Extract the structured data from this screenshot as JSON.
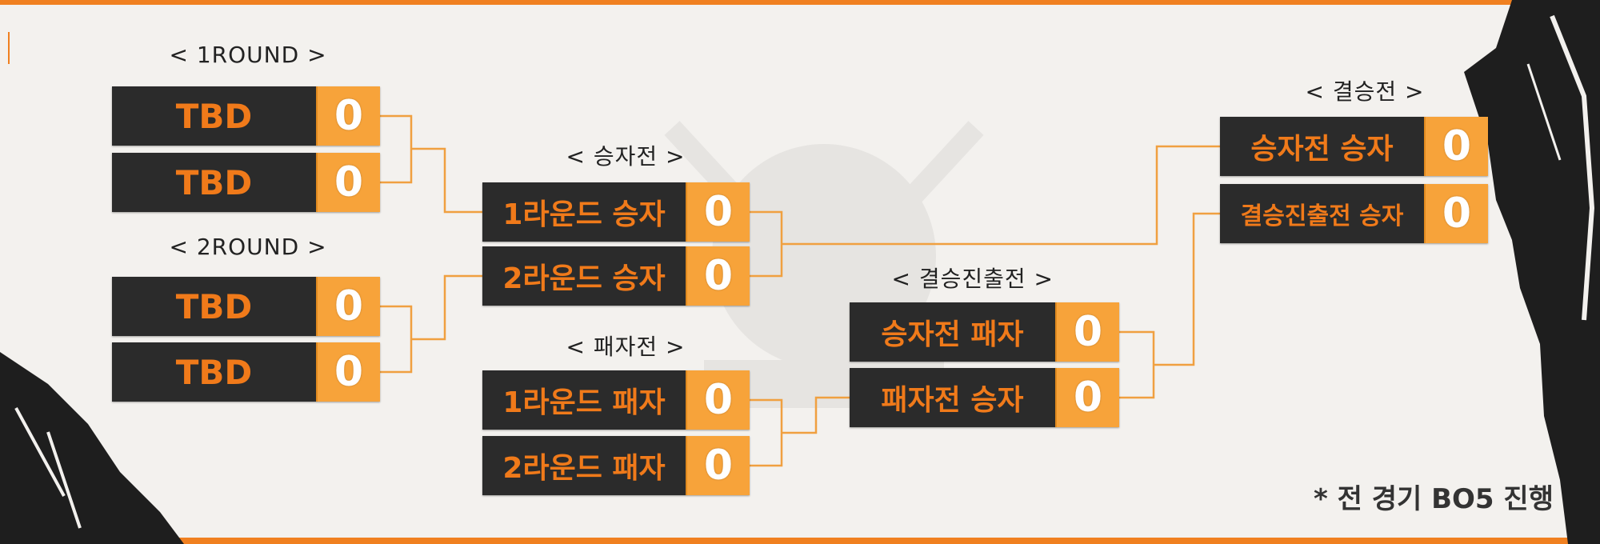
{
  "labels": {
    "round1": "< 1ROUND >",
    "round2": "< 2ROUND >",
    "winners": "< 승자전 >",
    "losers": "< 패자전 >",
    "finals_qualifier": "< 결승진출전 >",
    "finals": "< 결승전 >"
  },
  "round1": [
    {
      "name": "TBD",
      "score": "0"
    },
    {
      "name": "TBD",
      "score": "0"
    }
  ],
  "round2": [
    {
      "name": "TBD",
      "score": "0"
    },
    {
      "name": "TBD",
      "score": "0"
    }
  ],
  "winners_match": [
    {
      "name": "1라운드 승자",
      "score": "0"
    },
    {
      "name": "2라운드 승자",
      "score": "0"
    }
  ],
  "losers_match": [
    {
      "name": "1라운드 패자",
      "score": "0"
    },
    {
      "name": "2라운드 패자",
      "score": "0"
    }
  ],
  "finals_qualifier_match": [
    {
      "name": "승자전 패자",
      "score": "0"
    },
    {
      "name": "패자전 승자",
      "score": "0"
    }
  ],
  "finals_match": [
    {
      "name": "승자전 승자",
      "score": "0"
    },
    {
      "name": "결승진출전 승자",
      "score": "0"
    }
  ],
  "note": "* 전 경기 BO5 진행",
  "colors": {
    "accent": "#f08020",
    "box_dark": "#2b2b2b",
    "score_bg": "#f7a33a",
    "name_text": "#f07a1a"
  }
}
